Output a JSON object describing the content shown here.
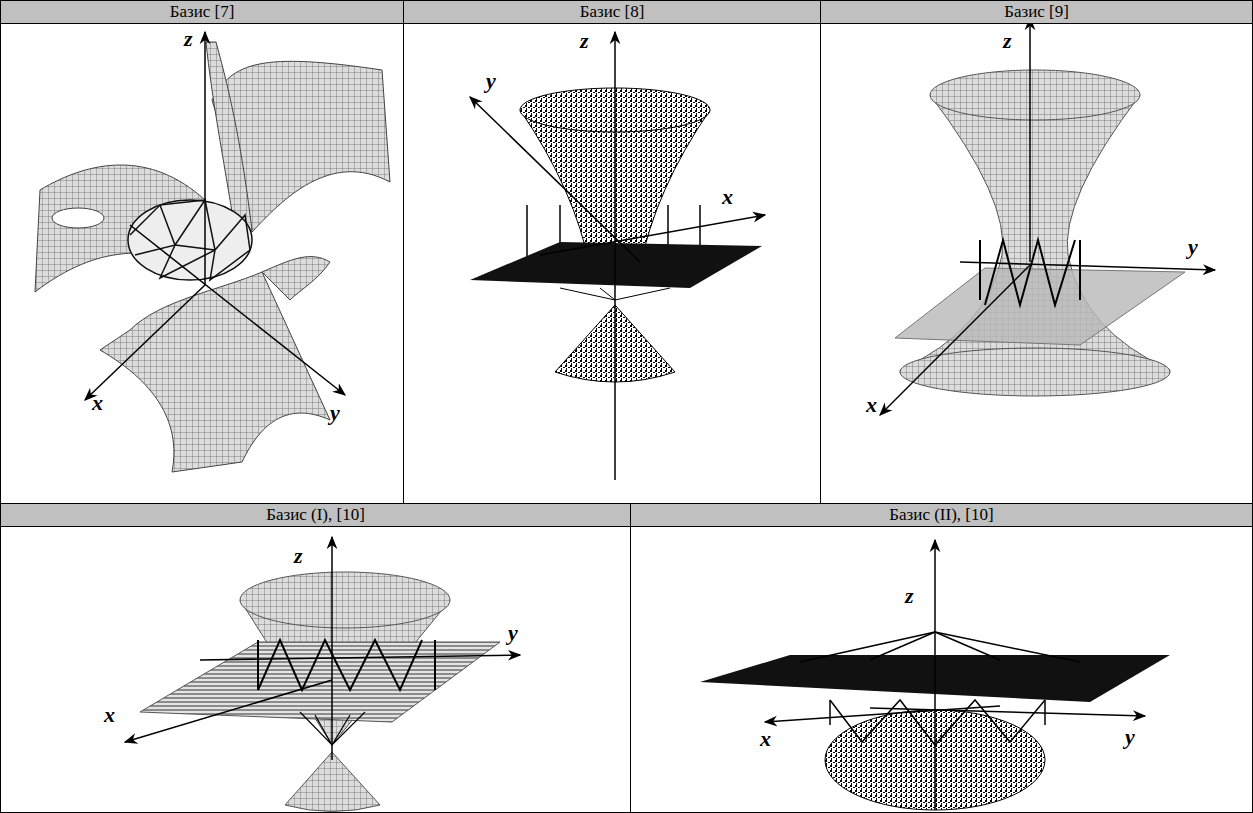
{
  "diagram": {
    "nodes": [
      {
        "text": [
          "Базис [7]"
        ]
      },
      {
        "text": [
          "Базис [8]"
        ]
      },
      {
        "text": [
          "Базис [9]"
        ]
      },
      {
        "text": [
          "Базис (I), [10]"
        ]
      },
      {
        "text": [
          "Базис (II), [10]"
        ]
      }
    ],
    "labels": [
      "z",
      "x",
      "y",
      "z",
      "y",
      "x",
      "z",
      "y",
      "x",
      "z",
      "y",
      "x",
      "z",
      "x",
      "y"
    ]
  }
}
